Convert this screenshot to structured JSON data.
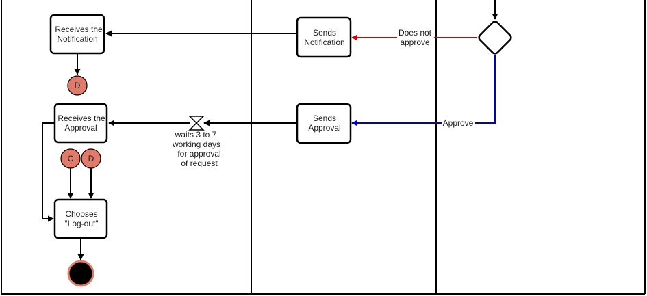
{
  "nodes": {
    "receives_notification": [
      "Receives the",
      "Notification"
    ],
    "sends_notification": [
      "Sends",
      "Notification"
    ],
    "receives_approval": [
      "Receives the",
      "Approval"
    ],
    "sends_approval": [
      "Sends",
      "Approval"
    ],
    "chooses_logout": [
      "Chooses",
      "\"Log-out\""
    ]
  },
  "connectors": {
    "d_top": "D",
    "c": "C",
    "d_bottom": "D"
  },
  "edges": {
    "does_not_approve": [
      "Does not",
      "approve"
    ],
    "approve": "Approve"
  },
  "timer": [
    "waits 3 to 7",
    "working days",
    "for approval",
    "of request"
  ],
  "colors": {
    "reject": "#d40000",
    "approve": "#0000c0",
    "connector_fill": "#e07a6a",
    "line": "#000000"
  }
}
